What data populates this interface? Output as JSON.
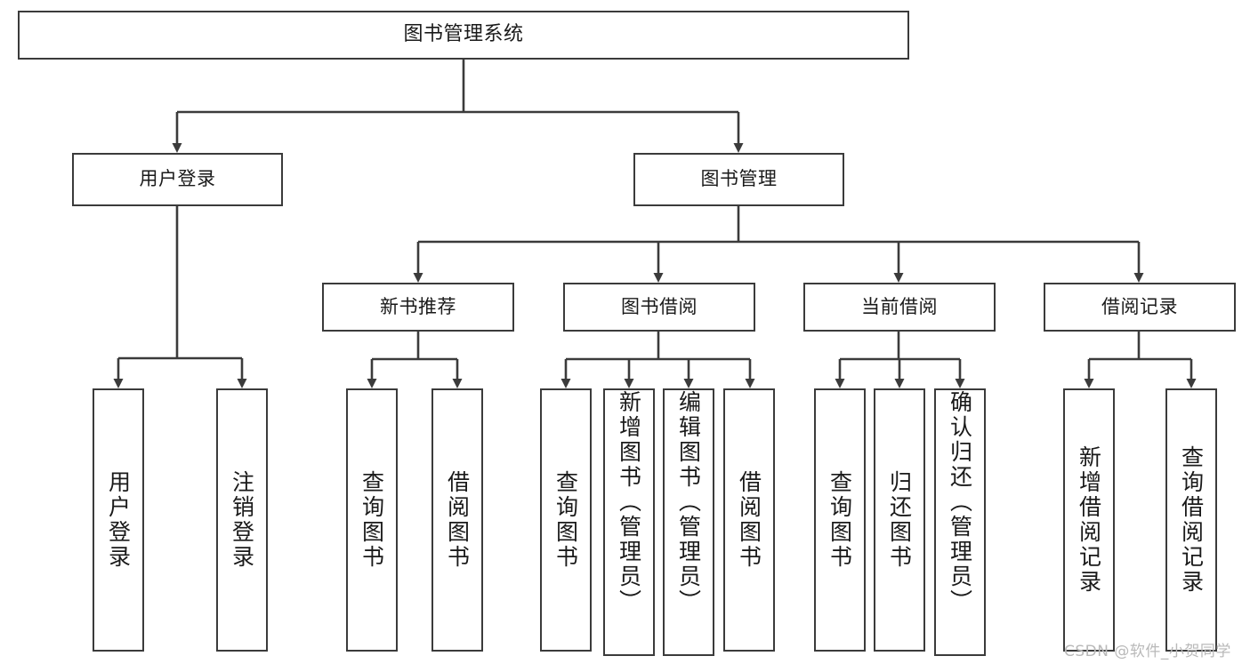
{
  "diagram": {
    "title": "图书管理系统",
    "type": "hierarchy-tree",
    "watermark": "CSDN @软件_小贺同学",
    "colors": {
      "stroke": "#3b3b3b",
      "box_fill": "#ffffff",
      "text": "#1a1a1a",
      "watermark": "#b9b9b9",
      "background": "#ffffff"
    },
    "nodes": {
      "root": {
        "label": "图书管理系统"
      },
      "tier1": [
        {
          "id": "user-login",
          "label": "用户登录"
        },
        {
          "id": "book-management",
          "label": "图书管理"
        }
      ],
      "tier2": [
        {
          "id": "new-book-recommend",
          "label": "新书推荐"
        },
        {
          "id": "book-borrow",
          "label": "图书借阅"
        },
        {
          "id": "current-borrow",
          "label": "当前借阅"
        },
        {
          "id": "borrow-record",
          "label": "借阅记录"
        }
      ],
      "leaves": {
        "user_login": [
          {
            "id": "leaf-user-login",
            "label": "用户登录"
          },
          {
            "id": "leaf-logout",
            "label": "注销登录"
          }
        ],
        "new_book_recommend": [
          {
            "id": "leaf-query-book-1",
            "label": "查询图书"
          },
          {
            "id": "leaf-borrow-book-1",
            "label": "借阅图书"
          }
        ],
        "book_borrow": [
          {
            "id": "leaf-query-book-2",
            "label": "查询图书"
          },
          {
            "id": "leaf-add-book",
            "label": "新增图书（管理员）"
          },
          {
            "id": "leaf-edit-book",
            "label": "编辑图书（管理员）"
          },
          {
            "id": "leaf-borrow-book-2",
            "label": "借阅图书"
          }
        ],
        "current_borrow": [
          {
            "id": "leaf-query-book-3",
            "label": "查询图书"
          },
          {
            "id": "leaf-return-book",
            "label": "归还图书"
          },
          {
            "id": "leaf-confirm-return",
            "label": "确认归还（管理员）"
          }
        ],
        "borrow_record": [
          {
            "id": "leaf-add-record",
            "label": "新增借阅记录"
          },
          {
            "id": "leaf-query-record",
            "label": "查询借阅记录"
          }
        ]
      }
    }
  }
}
